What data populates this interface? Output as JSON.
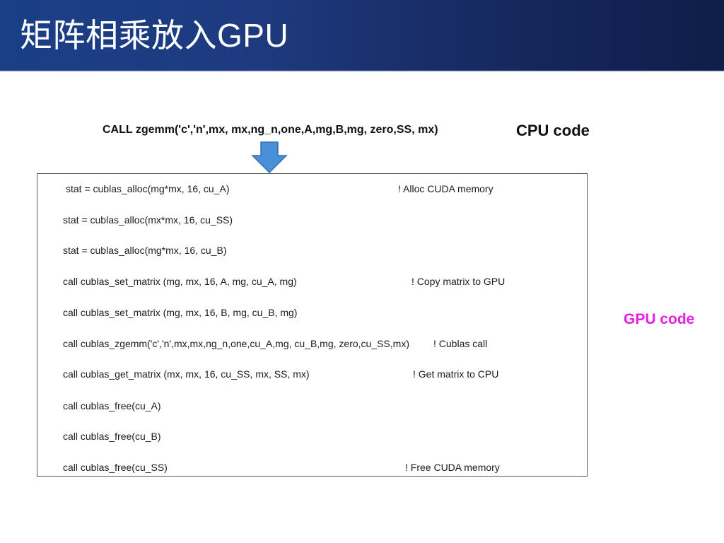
{
  "slide": {
    "title": "矩阵相乘放入GPU",
    "title_bar_color": "#1e3a7f",
    "cpu_call": "CALL zgemm('c','n',mx, mx,ng_n,one,A,mg,B,mg, zero,SS, mx)",
    "cpu_label": "CPU code",
    "gpu_label": "GPU code",
    "gpu_label_color": "#e51ee0",
    "arrow_icon": "down-arrow-icon",
    "arrow_color": "#4a90d9"
  },
  "gpu_code": {
    "lines": [
      {
        "code": "stat = cublas_alloc(mg*mx, 16, cu_A)",
        "comment": "! Alloc CUDA memory"
      },
      {
        "code": "stat = cublas_alloc(mx*mx, 16, cu_SS)",
        "comment": ""
      },
      {
        "code": "stat = cublas_alloc(mg*mx, 16, cu_B)",
        "comment": ""
      },
      {
        "code": "call cublas_set_matrix (mg, mx, 16,  A, mg, cu_A, mg)",
        "comment": "! Copy matrix to GPU"
      },
      {
        "code": "call cublas_set_matrix (mg, mx, 16,  B, mg, cu_B, mg)",
        "comment": ""
      },
      {
        "code": "call cublas_zgemm('c','n',mx,mx,ng_n,one,cu_A,mg, cu_B,mg, zero,cu_SS,mx)",
        "comment": "! Cublas call"
      },
      {
        "code": "call cublas_get_matrix (mx, mx, 16, cu_SS, mx, SS, mx)",
        "comment": "!  Get matrix to CPU"
      },
      {
        "code": "call cublas_free(cu_A)",
        "comment": ""
      },
      {
        "code": "call cublas_free(cu_B)",
        "comment": ""
      },
      {
        "code": "call cublas_free(cu_SS)",
        "comment": "! Free CUDA memory"
      }
    ]
  }
}
